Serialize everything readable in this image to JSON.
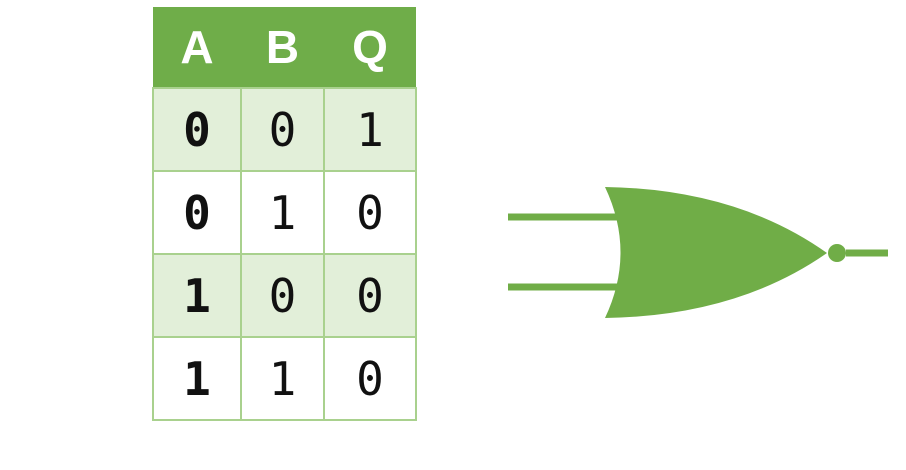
{
  "table": {
    "headers": [
      "A",
      "B",
      "Q"
    ],
    "rows": [
      [
        "0",
        "0",
        "1"
      ],
      [
        "0",
        "1",
        "0"
      ],
      [
        "1",
        "0",
        "0"
      ],
      [
        "1",
        "1",
        "0"
      ]
    ]
  },
  "gate": {
    "type": "NOR",
    "inputs": 2,
    "has_inversion_bubble": true
  },
  "colors": {
    "gate_green": "#70ad47",
    "header_green": "#6fad49",
    "row_tint": "#e2efd9",
    "cell_border": "#a9d18e",
    "digit_color": "#111111",
    "header_text": "#ffffff"
  }
}
